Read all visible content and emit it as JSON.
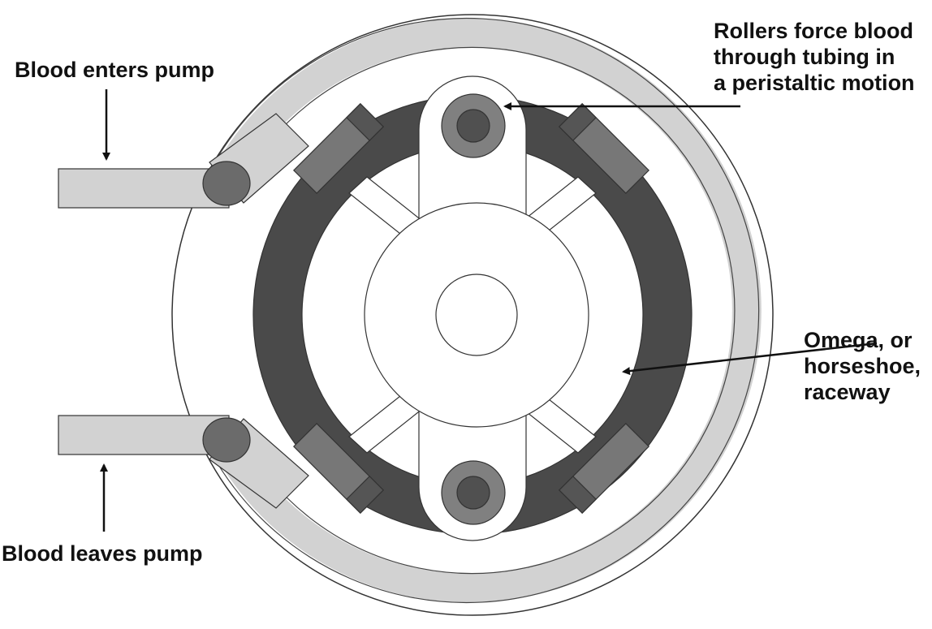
{
  "labels": {
    "blood_enters": "Blood enters pump",
    "blood_leaves": "Blood leaves pump",
    "rollers": [
      "Rollers force blood",
      "through tubing in",
      "a peristaltic motion"
    ],
    "raceway": [
      "Omega, or",
      "horseshoe,",
      "raceway"
    ]
  },
  "colors": {
    "background": "#ffffff",
    "outline": "#333333",
    "raceway": "#4a4a4a",
    "tubing": "#d2d2d2",
    "tubing_end": "#6b6b6b",
    "clamp": "#777777",
    "clamp_dark": "#555555",
    "rotor": "#ffffff",
    "roller_outer": "#808080",
    "roller_inner": "#505050",
    "arrow": "#111111"
  }
}
